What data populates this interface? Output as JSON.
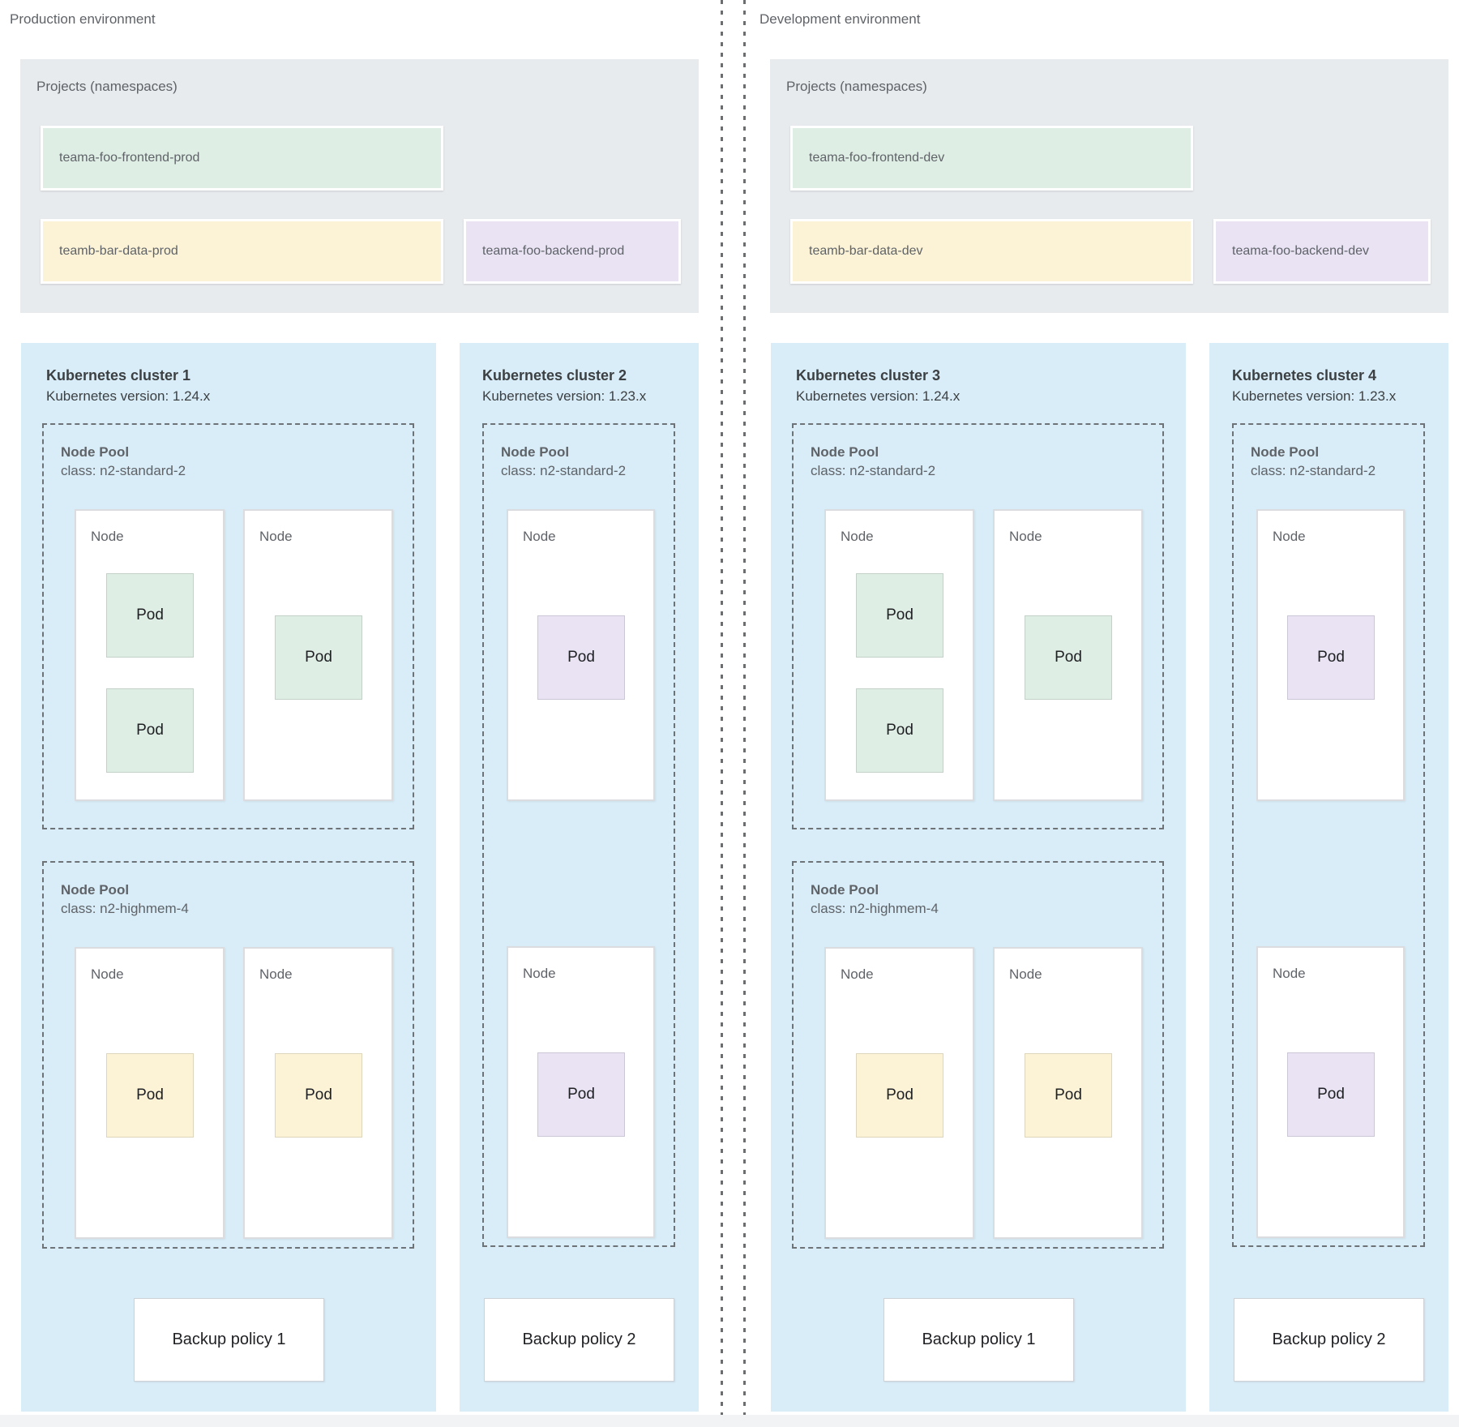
{
  "colors": {
    "cluster_bg": "#d9edf8",
    "projects_bg": "#e8ebee",
    "green": "#dfeee5",
    "yellow": "#fcf3d7",
    "purple": "#e9e3f4"
  },
  "environments": [
    {
      "id": "production",
      "label": "Production environment",
      "projects": {
        "title": "Projects (namespaces)",
        "namespaces": [
          {
            "name": "teama-foo-frontend-prod",
            "color": "green",
            "row": 1,
            "align": "left"
          },
          {
            "name": "teamb-bar-data-prod",
            "color": "yellow",
            "row": 2,
            "align": "left"
          },
          {
            "name": "teama-foo-backend-prod",
            "color": "purple",
            "row": 2,
            "align": "right"
          }
        ]
      },
      "clusters": [
        {
          "title": "Kubernetes cluster 1",
          "version_label": "Kubernetes version: 1.24.x",
          "size": "large",
          "backup_policy": "Backup policy 1",
          "node_pools": [
            {
              "title": "Node Pool",
              "class_label": "class: n2-standard-2",
              "layout": "two-col",
              "nodes": [
                {
                  "label": "Node",
                  "pods": [
                    {
                      "label": "Pod",
                      "color": "green"
                    },
                    {
                      "label": "Pod",
                      "color": "green"
                    }
                  ]
                },
                {
                  "label": "Node",
                  "pods": [
                    {
                      "label": "Pod",
                      "color": "green"
                    }
                  ]
                }
              ]
            },
            {
              "title": "Node Pool",
              "class_label": "class: n2-highmem-4",
              "layout": "two-col",
              "nodes": [
                {
                  "label": "Node",
                  "pods": [
                    {
                      "label": "Pod",
                      "color": "yellow"
                    }
                  ]
                },
                {
                  "label": "Node",
                  "pods": [
                    {
                      "label": "Pod",
                      "color": "yellow"
                    }
                  ]
                }
              ]
            }
          ]
        },
        {
          "title": "Kubernetes cluster 2",
          "version_label": "Kubernetes version: 1.23.x",
          "size": "small",
          "backup_policy": "Backup policy 2",
          "node_pools": [
            {
              "title": "Node Pool",
              "class_label": "class: n2-standard-2",
              "layout": "stacked",
              "nodes": [
                {
                  "label": "Node",
                  "pods": [
                    {
                      "label": "Pod",
                      "color": "purple"
                    }
                  ]
                },
                {
                  "label": "Node",
                  "pods": [
                    {
                      "label": "Pod",
                      "color": "purple"
                    }
                  ]
                }
              ]
            }
          ]
        }
      ]
    },
    {
      "id": "development",
      "label": "Development environment",
      "projects": {
        "title": "Projects (namespaces)",
        "namespaces": [
          {
            "name": "teama-foo-frontend-dev",
            "color": "green",
            "row": 1,
            "align": "left"
          },
          {
            "name": "teamb-bar-data-dev",
            "color": "yellow",
            "row": 2,
            "align": "left"
          },
          {
            "name": "teama-foo-backend-dev",
            "color": "purple",
            "row": 2,
            "align": "right"
          }
        ]
      },
      "clusters": [
        {
          "title": "Kubernetes cluster 3",
          "version_label": "Kubernetes version: 1.24.x",
          "size": "large",
          "backup_policy": "Backup policy 1",
          "node_pools": [
            {
              "title": "Node Pool",
              "class_label": "class: n2-standard-2",
              "layout": "two-col",
              "nodes": [
                {
                  "label": "Node",
                  "pods": [
                    {
                      "label": "Pod",
                      "color": "green"
                    },
                    {
                      "label": "Pod",
                      "color": "green"
                    }
                  ]
                },
                {
                  "label": "Node",
                  "pods": [
                    {
                      "label": "Pod",
                      "color": "green"
                    }
                  ]
                }
              ]
            },
            {
              "title": "Node Pool",
              "class_label": "class: n2-highmem-4",
              "layout": "two-col",
              "nodes": [
                {
                  "label": "Node",
                  "pods": [
                    {
                      "label": "Pod",
                      "color": "yellow"
                    }
                  ]
                },
                {
                  "label": "Node",
                  "pods": [
                    {
                      "label": "Pod",
                      "color": "yellow"
                    }
                  ]
                }
              ]
            }
          ]
        },
        {
          "title": "Kubernetes cluster 4",
          "version_label": "Kubernetes version: 1.23.x",
          "size": "small",
          "backup_policy": "Backup policy 2",
          "node_pools": [
            {
              "title": "Node Pool",
              "class_label": "class: n2-standard-2",
              "layout": "stacked",
              "nodes": [
                {
                  "label": "Node",
                  "pods": [
                    {
                      "label": "Pod",
                      "color": "purple"
                    }
                  ]
                },
                {
                  "label": "Node",
                  "pods": [
                    {
                      "label": "Pod",
                      "color": "purple"
                    }
                  ]
                }
              ]
            }
          ]
        }
      ]
    }
  ]
}
